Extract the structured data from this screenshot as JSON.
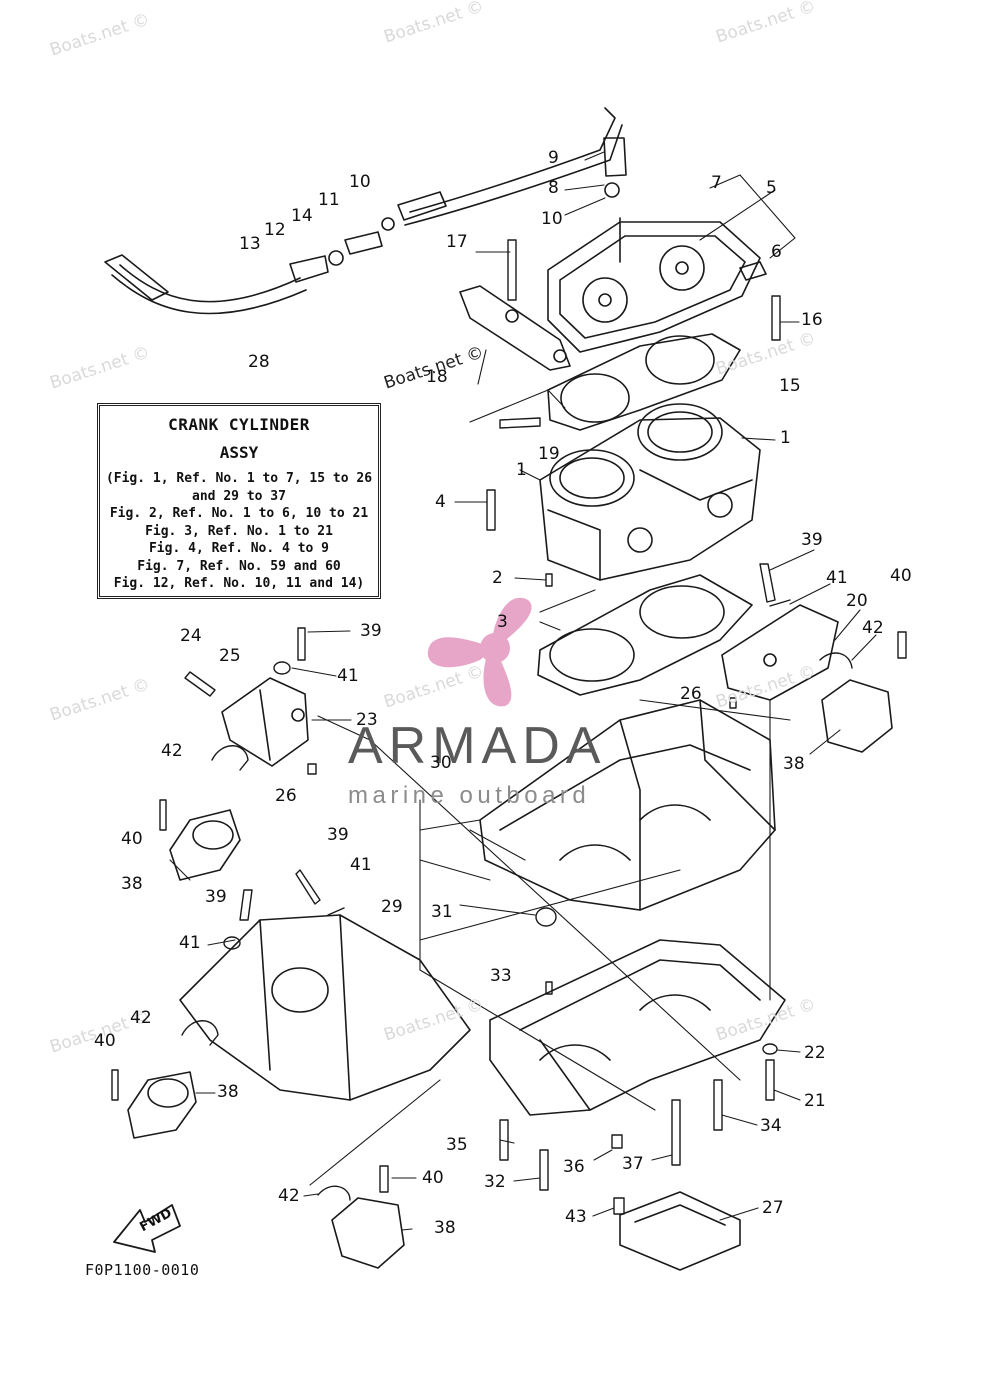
{
  "watermark": "Boats.net ©",
  "assembly_box": {
    "ref_number": "28",
    "title": "CRANK CYLINDER",
    "subtitle": "ASSY",
    "lines": [
      "(Fig. 1, Ref. No. 1 to 7, 15 to 26",
      "and 29 to 37",
      "Fig. 2, Ref. No. 1 to 6, 10 to 21",
      "Fig. 3, Ref. No. 1 to 21",
      "Fig. 4, Ref. No. 4 to 9",
      "Fig. 7, Ref. No. 59 and 60",
      "Fig. 12, Ref. No. 10, 11 and 14)"
    ]
  },
  "figure_code": "F0P1100-0010",
  "direction_label": "FWD",
  "logo": {
    "name": "ARMADA",
    "tagline": "marine outboard",
    "accent_color": "#e7a6c8"
  },
  "callouts": [
    "1",
    "1",
    "2",
    "3",
    "4",
    "5",
    "6",
    "7",
    "8",
    "9",
    "10",
    "10",
    "11",
    "12",
    "13",
    "14",
    "15",
    "16",
    "17",
    "18",
    "19",
    "20",
    "21",
    "22",
    "23",
    "24",
    "25",
    "26",
    "26",
    "27",
    "29",
    "30",
    "31",
    "32",
    "33",
    "34",
    "35",
    "36",
    "37",
    "38",
    "38",
    "38",
    "38",
    "39",
    "39",
    "39",
    "39",
    "40",
    "40",
    "40",
    "40",
    "41",
    "41",
    "41",
    "41",
    "42",
    "42",
    "42",
    "42",
    "42",
    "43"
  ],
  "colors": {
    "line": "#1a1a1a",
    "watermark": "#d9d9d9"
  }
}
